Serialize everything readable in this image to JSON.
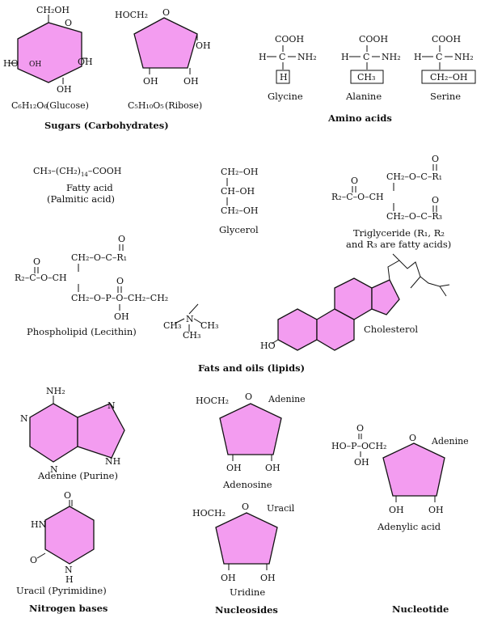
{
  "sugars": {
    "glucose": {
      "ch2oh": "CH₂OH",
      "oh_left": "HO",
      "oh_inner": "OH",
      "oh_right": "OH",
      "oh_bottom": "OH",
      "formula": "C₆H₁₂O₆",
      "name": "(Glucose)"
    },
    "ribose": {
      "hoch2": "HOCH₂",
      "o": "O",
      "oh_right": "OH",
      "oh_bl": "OH",
      "oh_br": "OH",
      "formula": "C₅H₁₀O₅",
      "name": "(Ribose)"
    },
    "heading": "Sugars (Carbohydrates)"
  },
  "amino": {
    "glycine": {
      "cooh": "COOH",
      "h_left": "H",
      "c": "C",
      "nh2": "NH₂",
      "r": "H",
      "name": "Glycine"
    },
    "alanine": {
      "cooh": "COOH",
      "h_left": "H",
      "c": "C",
      "nh2": "NH₂",
      "r": "CH₃",
      "name": "Alanine"
    },
    "serine": {
      "cooh": "COOH",
      "h_left": "H",
      "c": "C",
      "nh2": "NH₂",
      "r": "CH₂–OH",
      "name": "Serine"
    },
    "heading": "Amino acids"
  },
  "lipids": {
    "fatty": {
      "formula_a": "CH₃",
      "formula_b": "(CH₂)",
      "formula_sub": "14",
      "formula_c": "–COOH",
      "name1": "Fatty acid",
      "name2": "(Palmitic acid)"
    },
    "glycerol": {
      "r1": "CH₂–OH",
      "r2": "CH–OH",
      "r3": "CH₂–OH",
      "name": "Glycerol"
    },
    "triglyceride": {
      "o1": "O",
      "o2": "O",
      "o3": "O",
      "top": "CH₂–O–C–R₁",
      "mid": "R₂–C–O–CH",
      "bot": "CH₂–O–C–R₃",
      "name1": "Triglyceride (R₁, R₂",
      "name2": "and R₃ are fatty acids)"
    },
    "phospholipid": {
      "o1": "O",
      "o2": "O",
      "o3": "O",
      "top": "CH₂–O–C–R₁",
      "mid": "R₂–C–O–CH",
      "bot": "CH₂–O–P–O–CH₂–CH₂",
      "oh": "OH",
      "n": "N",
      "ch3a": "CH₃",
      "ch3b": "CH₃",
      "ch3c": "CH₃",
      "name": "Phospholipid (Lecithin)"
    },
    "cholesterol": {
      "ho": "HO",
      "name": "Cholesterol"
    },
    "heading": "Fats and oils (lipids)"
  },
  "bases": {
    "adenine": {
      "nh2": "NH₂",
      "n1": "N",
      "n3": "N",
      "n7": "N",
      "nh": "NH",
      "name": "Adenine (Purine)"
    },
    "uracil": {
      "o_top": "O",
      "hn": "HN",
      "o_bot": "O",
      "n": "N",
      "h": "H",
      "name": "Uracil (Pyrimidine)"
    },
    "heading": "Nitrogen bases"
  },
  "nucleosides": {
    "adenosine": {
      "hoch2": "HOCH₂",
      "o": "O",
      "base": "Adenine",
      "oh1": "OH",
      "oh2": "OH",
      "name": "Adenosine"
    },
    "uridine": {
      "hoch2": "HOCH₂",
      "o": "O",
      "base": "Uracil",
      "oh1": "OH",
      "oh2": "OH",
      "name": "Uridine"
    },
    "heading": "Nucleosides"
  },
  "nucleotide": {
    "o_top": "O",
    "ho_p": "HO–P–OCH₂",
    "oh": "OH",
    "o": "O",
    "base": "Adenine",
    "oh1": "OH",
    "oh2": "OH",
    "name": "Adenylic acid",
    "heading": "Nucleotide"
  }
}
